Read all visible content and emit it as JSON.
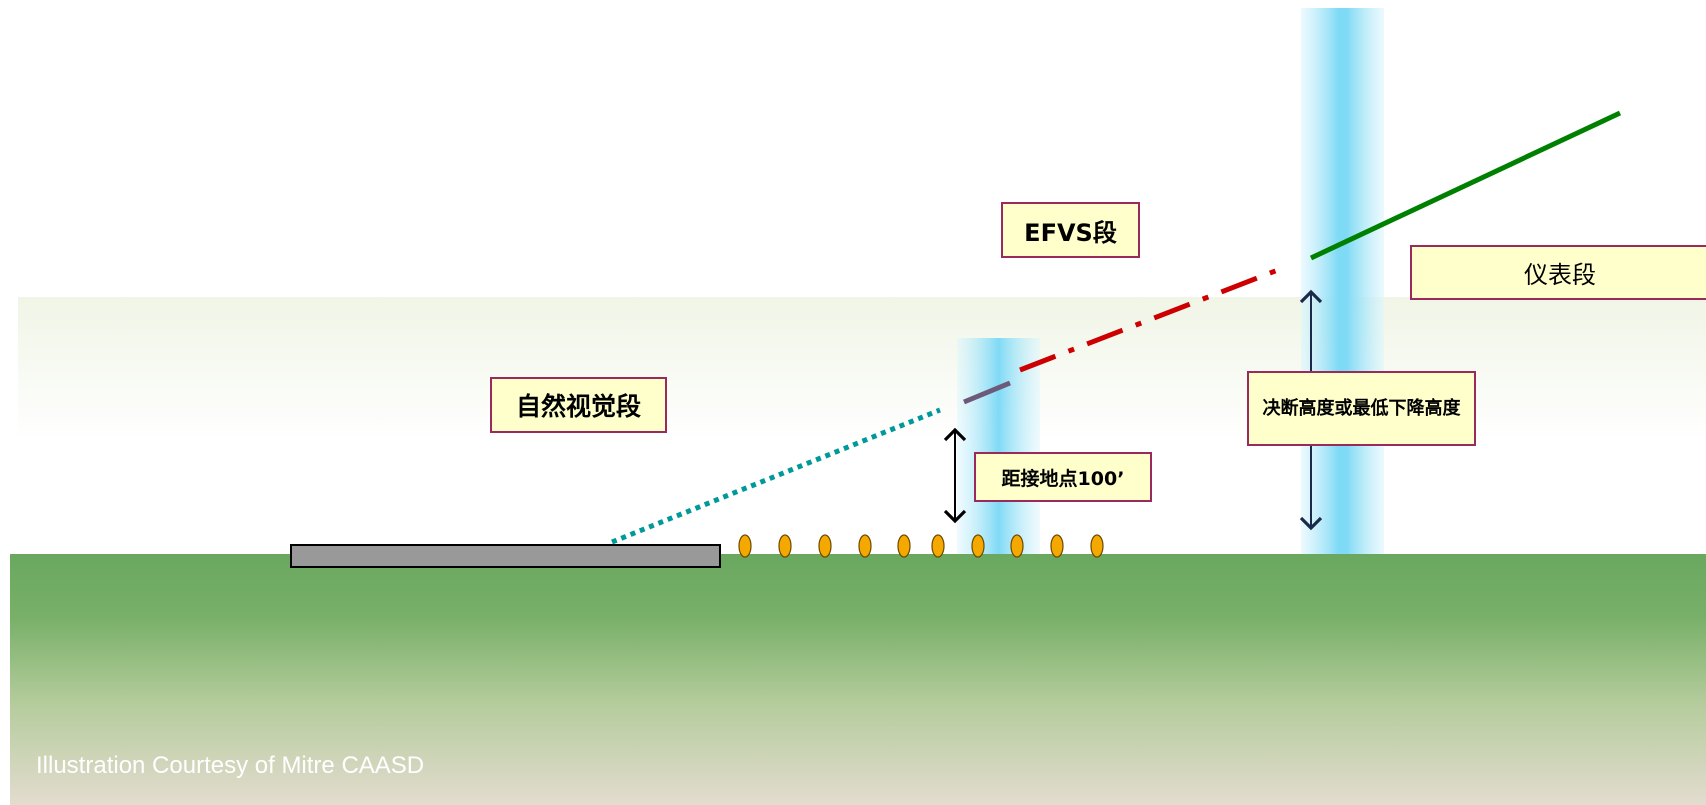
{
  "labels": {
    "efvs_segment": "EFVS段",
    "instrument_segment": "仪表段",
    "natural_vision_segment": "自然视觉段",
    "decision_height": "决断高度或最低下降高度",
    "touchdown_100": "距接地点100’"
  },
  "credit": "Illustration Courtesy of Mitre CAASD",
  "colors": {
    "instrument_path": "#008000",
    "efvs_path": "#cc0000",
    "visual_path": "#009999",
    "ground_top": "#6aa85f",
    "ground_bottom": "#e3dccf",
    "runway": "#999999",
    "approach_lights": "#f5a800",
    "light_beam": "#7fdaf5",
    "label_fill": "#ffffcc",
    "label_border": "#9b2a5c"
  },
  "icons": {
    "arrows": "double-headed-arrow"
  }
}
